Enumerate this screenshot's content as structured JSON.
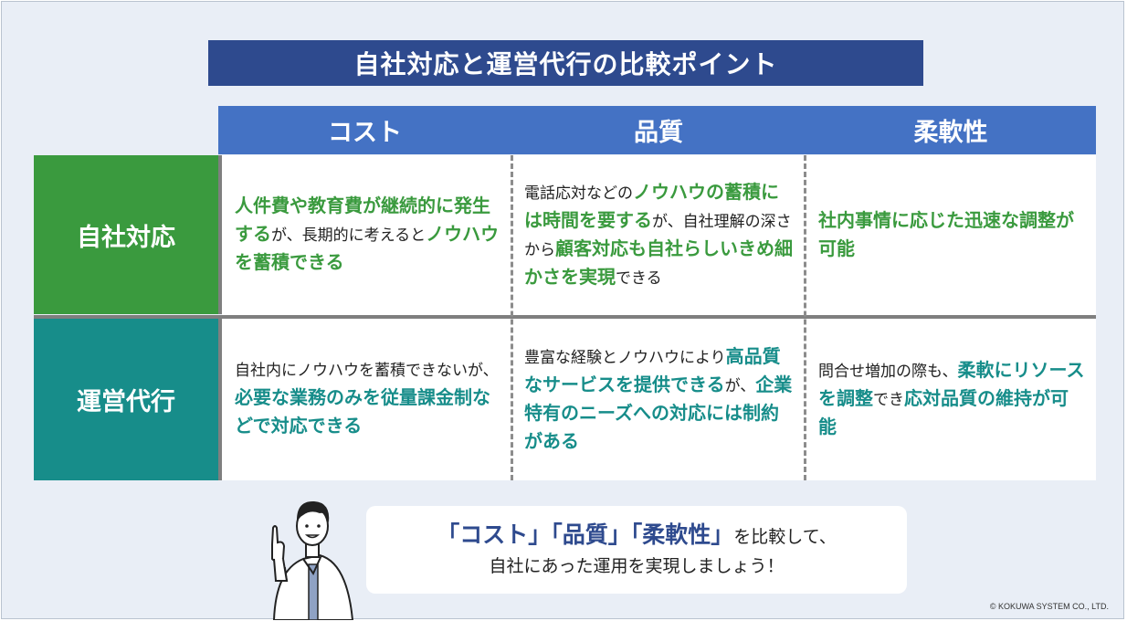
{
  "title": "自社対応と運営代行の比較ポイント",
  "columns": [
    "コスト",
    "品質",
    "柔軟性"
  ],
  "rows": [
    {
      "label": "自社対応",
      "cells": [
        [
          [
            "人件費や教育費が継続的に発生する",
            true
          ],
          [
            "が、長期的に考えると",
            false
          ],
          [
            "ノウハウを蓄積できる",
            true
          ]
        ],
        [
          [
            "電話応対などの",
            false
          ],
          [
            "ノウハウの蓄積には時間を要する",
            true
          ],
          [
            "が、自社理解の深さから",
            false
          ],
          [
            "顧客対応も自社らしいきめ細かさを実現",
            true
          ],
          [
            "できる",
            false
          ]
        ],
        [
          [
            "社内事情に応じた迅速な調整が可能",
            true
          ]
        ]
      ]
    },
    {
      "label": "運営代行",
      "cells": [
        [
          [
            "自社内にノウハウを蓄積できないが、",
            false
          ],
          [
            "必要な業務のみを従量課金制などで対応できる",
            true
          ]
        ],
        [
          [
            "豊富な経験とノウハウにより",
            false
          ],
          [
            "高品質なサービスを提供できる",
            true
          ],
          [
            "が、",
            false
          ],
          [
            "企業特有のニーズへの対応には制約がある",
            true
          ]
        ],
        [
          [
            "問合せ増加の際も、",
            false
          ],
          [
            "柔軟にリソースを調整",
            true
          ],
          [
            "でき",
            false
          ],
          [
            "応対品質の維持が可能",
            true
          ]
        ]
      ]
    }
  ],
  "colors": {
    "row1": "#3a9a3e",
    "row2": "#178d8a",
    "header": "#4472c4",
    "title": "#2e4a8e"
  },
  "callout": {
    "q1": "「コスト」",
    "q2": "「品質」",
    "q3": "「柔軟性」",
    "tail": "を比較して、",
    "line2": "自社にあった運用を実現しましょう！"
  },
  "illustration": "person-pointing-icon",
  "copyright": "© KOKUWA SYSTEM CO., LTD."
}
